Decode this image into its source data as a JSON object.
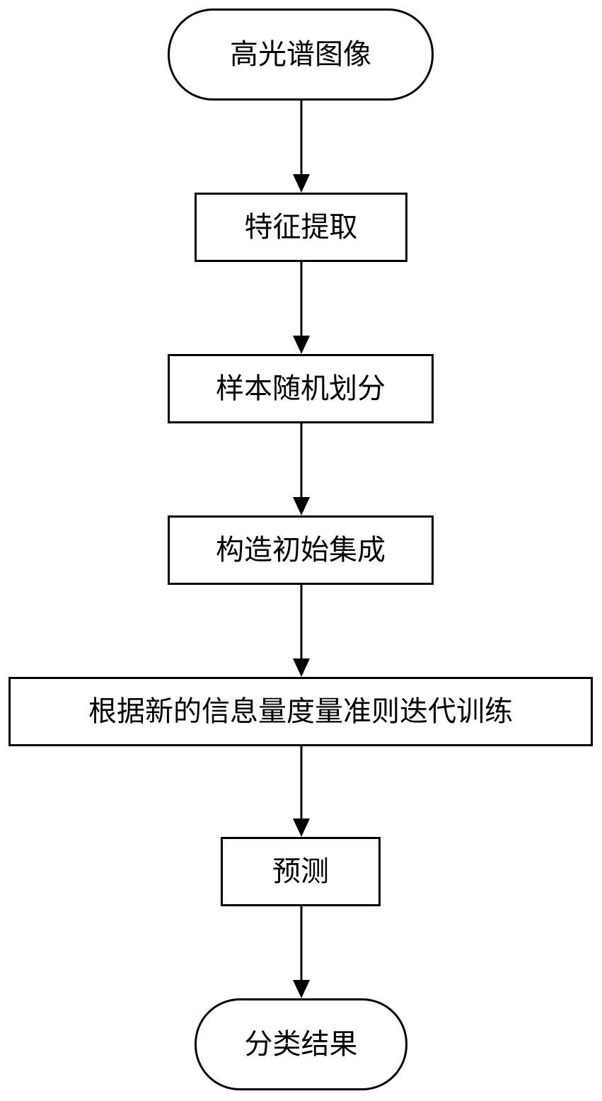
{
  "flowchart": {
    "nodes": [
      {
        "id": "start",
        "label": "高光谱图像"
      },
      {
        "id": "feature-extraction",
        "label": "特征提取"
      },
      {
        "id": "random-sample-split",
        "label": "样本随机划分"
      },
      {
        "id": "build-initial-ensemble",
        "label": "构造初始集成"
      },
      {
        "id": "iterative-training",
        "label": "根据新的信息量度量准则迭代训练"
      },
      {
        "id": "predict",
        "label": "预测"
      },
      {
        "id": "end",
        "label": "分类结果"
      }
    ],
    "edges": [
      {
        "from": "start",
        "to": "feature-extraction"
      },
      {
        "from": "feature-extraction",
        "to": "random-sample-split"
      },
      {
        "from": "random-sample-split",
        "to": "build-initial-ensemble"
      },
      {
        "from": "build-initial-ensemble",
        "to": "iterative-training"
      },
      {
        "from": "iterative-training",
        "to": "predict"
      },
      {
        "from": "predict",
        "to": "end"
      }
    ],
    "colors": {
      "stroke": "#000000",
      "fill": "#ffffff",
      "text": "#000000"
    }
  }
}
